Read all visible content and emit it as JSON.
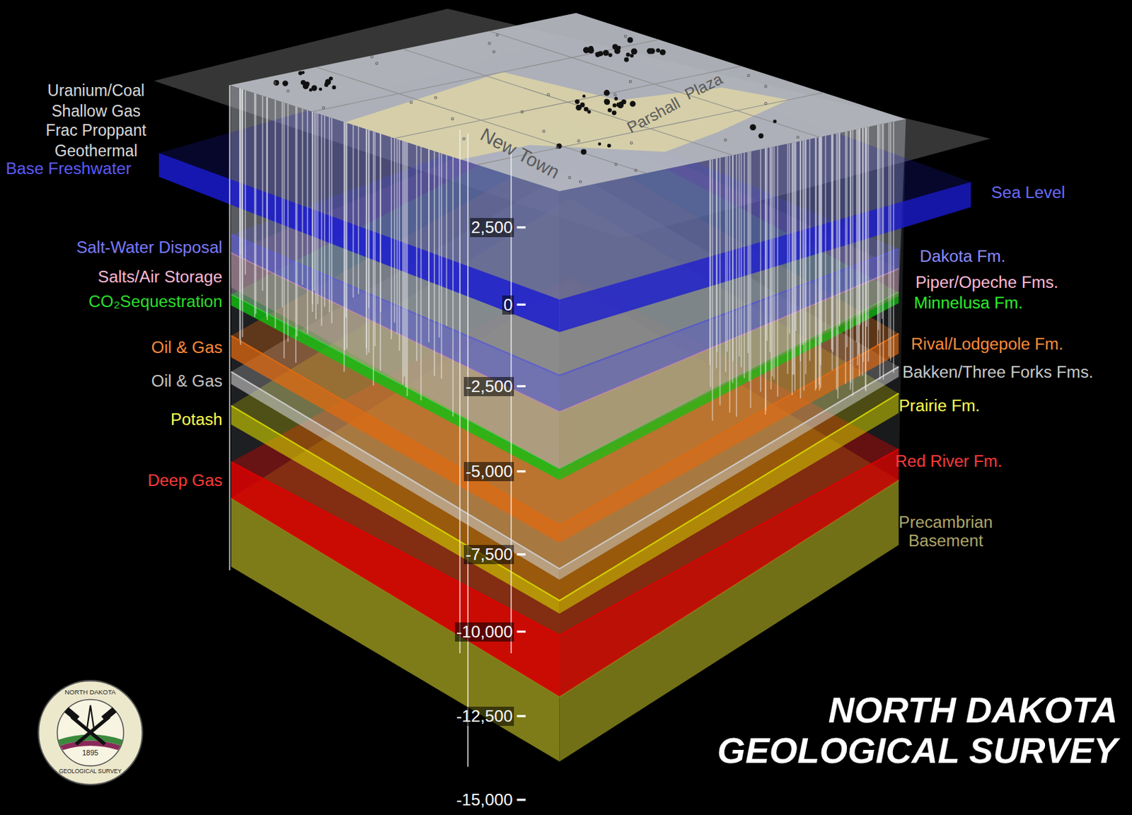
{
  "diagram": {
    "title": "NORTH DAKOTA GEOLOGICAL SURVEY",
    "labels": [
      "Uranium/Coal",
      "Shallow Gas",
      "Frac Proppant",
      "Geothermal",
      "Base Freshwater",
      "Salt-Water Disposal",
      "Salts/Air Storage",
      "CO₂Sequestration",
      "Oil & Gas",
      "Oil & Gas",
      "Potash",
      "Deep Gas",
      "Sea Level",
      "Dakota Fm.",
      "Piper/Opeche Fms.",
      "Minnelusa Fm.",
      "Rival/Lodgepole Fm.",
      "Bakken/Three Forks Fms.",
      "Prairie Fm.",
      "Red River Fm.",
      "Precambrian Basement",
      "2,500",
      "0",
      "-2,500",
      "-5,000",
      "-7,500",
      "-10,000",
      "-12,500",
      "-15,000",
      "New Town",
      "Parshall",
      "Plaza",
      "NORTH DAKOTA",
      "1895",
      "GEOLOGICAL SURVEY"
    ]
  }
}
